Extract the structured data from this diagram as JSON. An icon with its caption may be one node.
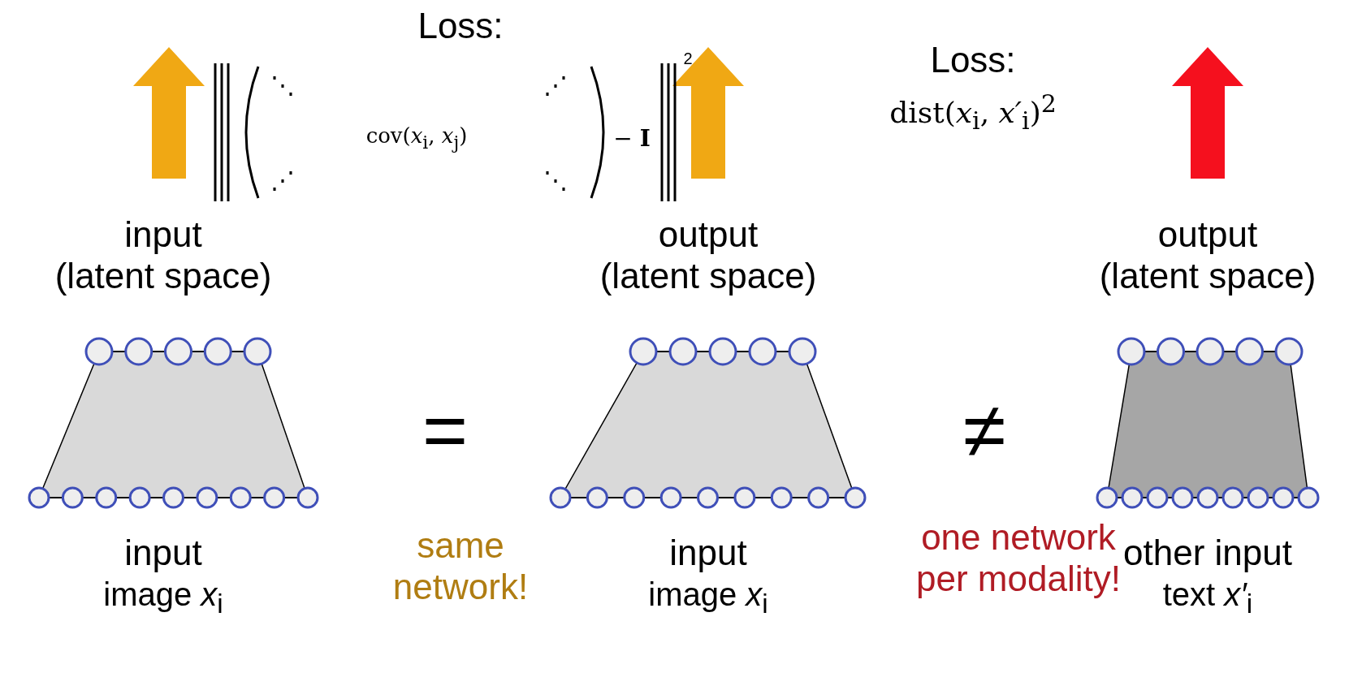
{
  "diagram": {
    "nodes": [
      {
        "text": [
          "input (latent space)",
          "input",
          "image *x*$_{i}$"
        ]
      },
      {
        "text": [
          "output (latent space)",
          "input",
          "image *x*$_{i}$"
        ]
      },
      {
        "text": [
          "output (latent space)",
          "other input",
          "text *x′*$_{i}$"
        ]
      }
    ],
    "labels": [
      "Loss:",
      "⋱",
      "⋰",
      "cov(*x*$_{i}$, *x*$_{j}$)",
      "⋰",
      "⋱",
      "− **I**",
      "2",
      "Loss:",
      "dist(*x*$_{i}$, *x′*$_{i}$)$^{2}$",
      "=",
      "≠",
      "same network!",
      "one network per modality!"
    ]
  }
}
